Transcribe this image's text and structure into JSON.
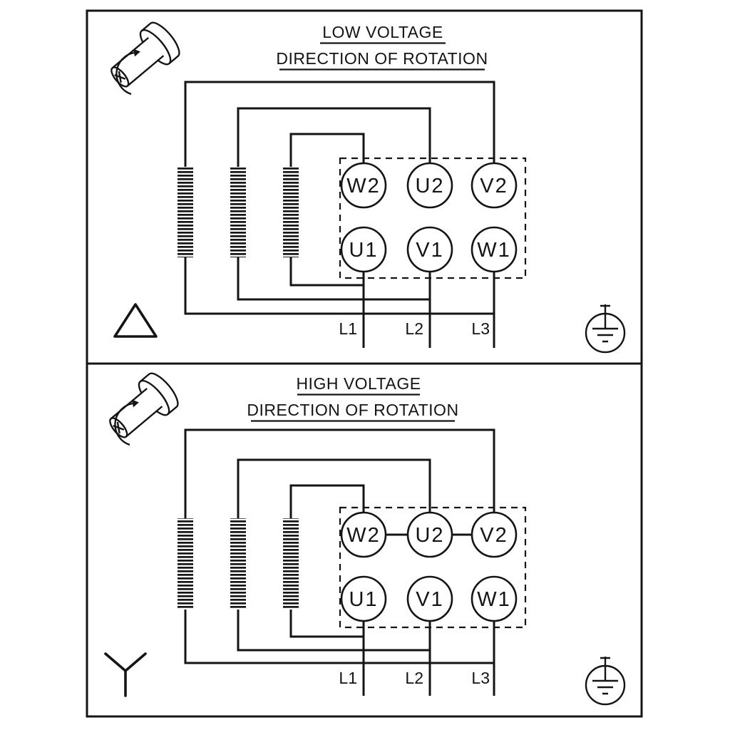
{
  "diagram": {
    "kind": "motor-terminal-wiring-diagram",
    "background_color": "#ffffff",
    "line_color": "#141414"
  },
  "panels": [
    {
      "id": "low-voltage",
      "title": "LOW VOLTAGE",
      "subtitle": "DIRECTION OF ROTATION",
      "connection": "delta",
      "terminals": {
        "top": [
          "W2",
          "U2",
          "V2"
        ],
        "bottom": [
          "U1",
          "V1",
          "W1"
        ]
      },
      "leads": [
        "L1",
        "L2",
        "L3"
      ],
      "icons": [
        "shaft-rotation-icon",
        "delta-symbol",
        "earth-ground-icon"
      ]
    },
    {
      "id": "high-voltage",
      "title": "HIGH VOLTAGE",
      "subtitle": "DIRECTION OF ROTATION",
      "connection": "star",
      "terminals": {
        "top": [
          "W2",
          "U2",
          "V2"
        ],
        "bottom": [
          "U1",
          "V1",
          "W1"
        ]
      },
      "leads": [
        "L1",
        "L2",
        "L3"
      ],
      "icons": [
        "shaft-rotation-icon",
        "star-symbol",
        "earth-ground-icon"
      ]
    }
  ]
}
